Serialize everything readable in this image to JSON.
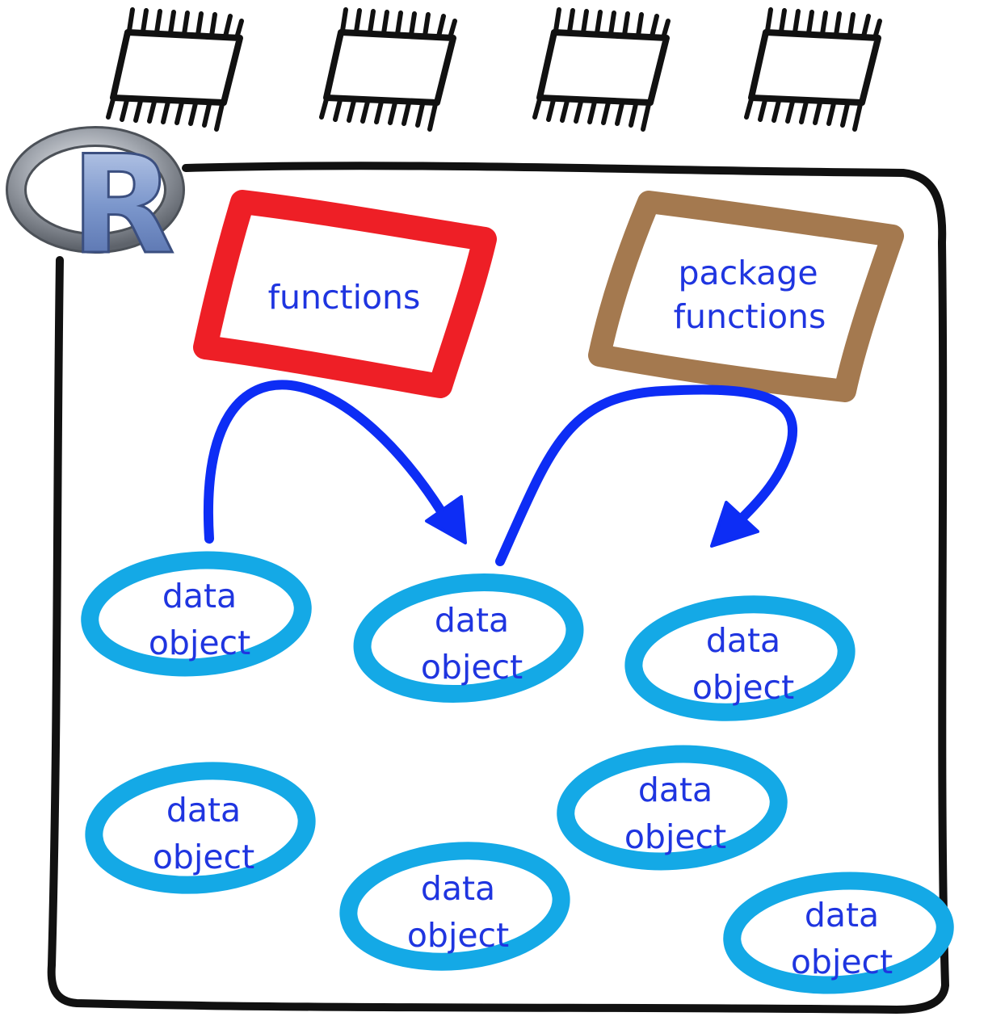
{
  "colors": {
    "ink": "#111111",
    "label_text": "#1f35e0",
    "functions_border": "#ee1f26",
    "package_border": "#a4794f",
    "data_object_border": "#14a9e6",
    "arrow": "#0d2df5",
    "logo_ring": "#9aa0a8",
    "logo_letter": "#6f8fc7"
  },
  "icons": {
    "cpu_chips": [
      "cpu-chip-icon",
      "cpu-chip-icon",
      "cpu-chip-icon",
      "cpu-chip-icon"
    ],
    "logo": "r-logo-icon"
  },
  "logo": {
    "letter": "R"
  },
  "functions_box": {
    "label": "functions"
  },
  "package_box": {
    "line1": "package",
    "line2": "functions"
  },
  "data_objects": [
    {
      "line1": "data",
      "line2": "object"
    },
    {
      "line1": "data",
      "line2": "object"
    },
    {
      "line1": "data",
      "line2": "object"
    },
    {
      "line1": "data",
      "line2": "object"
    },
    {
      "line1": "data",
      "line2": "object"
    },
    {
      "line1": "data",
      "line2": "object"
    },
    {
      "line1": "data",
      "line2": "object"
    }
  ]
}
